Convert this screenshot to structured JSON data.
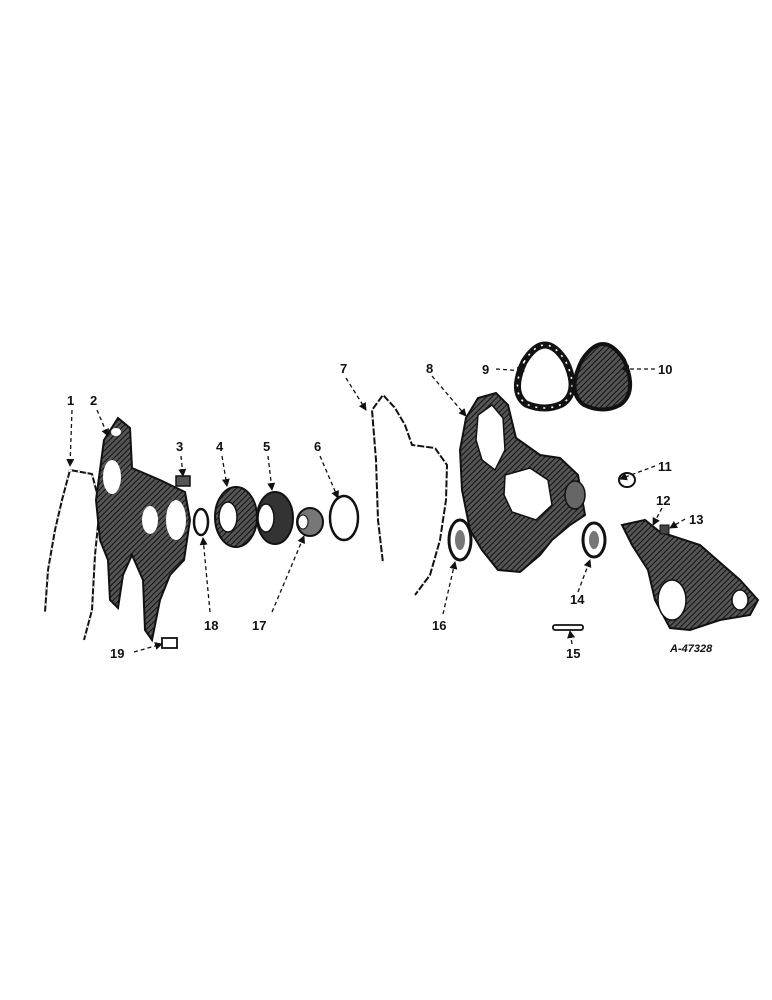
{
  "diagram": {
    "reference_number": "A-47328",
    "callouts": [
      "1",
      "2",
      "3",
      "4",
      "5",
      "6",
      "7",
      "8",
      "9",
      "10",
      "11",
      "12",
      "13",
      "14",
      "15",
      "16",
      "17",
      "18",
      "19"
    ]
  }
}
